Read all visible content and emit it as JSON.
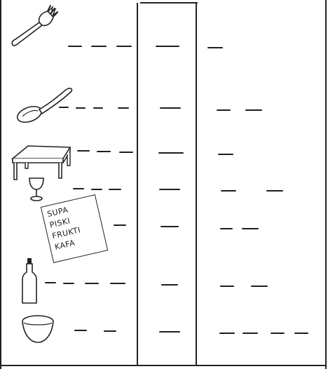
{
  "menu_card": {
    "items": [
      "SUPA",
      "PISKI",
      "FRUKTI",
      "KAFA"
    ]
  },
  "icons": [
    "fork-icon",
    "spoon-icon",
    "table-icon",
    "wine-glass-icon",
    "menu-card-icon",
    "bottle-icon",
    "bowl-icon"
  ],
  "colors": {
    "ink": "#222222",
    "paper": "#ffffff"
  }
}
